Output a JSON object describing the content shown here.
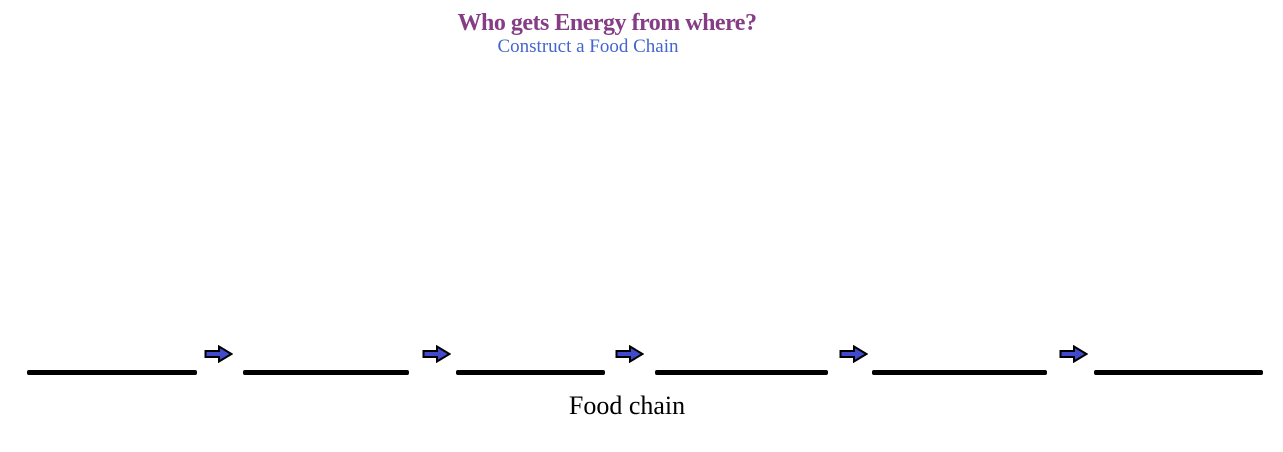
{
  "page": {
    "background_color": "#ffffff"
  },
  "header": {
    "title": "Who gets Energy from where?",
    "title_color": "#853E85",
    "subtitle": "Construct a Food Chain",
    "subtitle_color": "#4365CD"
  },
  "food_chain": {
    "label": "Food chain",
    "blank_count": 6,
    "arrow_count": 5,
    "blanks": [
      "",
      "",
      "",
      "",
      "",
      ""
    ],
    "arrow_fill_color": "#4149CC",
    "arrow_outline_color": "#000000",
    "line_color": "#000000"
  }
}
